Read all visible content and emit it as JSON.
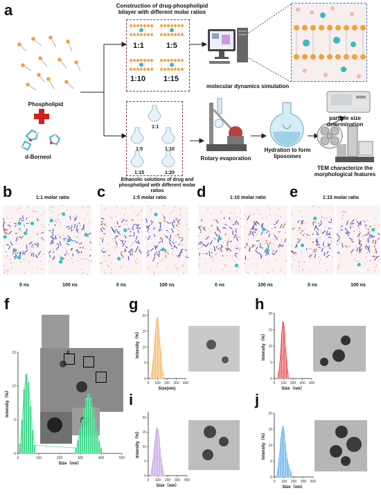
{
  "panel_a": {
    "label": "a",
    "phospholipid": "Phospholipid",
    "borneol": "d-Borneol",
    "bilayer_title": "Construction of drug-phospholipid bilayer with different molar ratios",
    "bilayer_ratios": [
      "1:1",
      "1:5",
      "1:10",
      "1:15"
    ],
    "md_label": "molecular dynamics simulation",
    "solution_ratios": [
      "1:1",
      "1:5",
      "1:10",
      "1:15",
      "1:20"
    ],
    "solution_caption": "Ethanolic solutions of drug and phospholipid with different molar ratios",
    "rotary": "Rotary evaporation",
    "hydration": "Hydration to form liposomes",
    "particle": "particle size determination",
    "tem_text": "TEM characterize the morphological features"
  },
  "md_panels": [
    {
      "label": "b",
      "title": "1:1 molar ratio",
      "t0": "0 ns",
      "t1": "100 ns"
    },
    {
      "label": "c",
      "title": "1:5 molar ratio",
      "t0": "0 ns",
      "t1": "100 ns"
    },
    {
      "label": "d",
      "title": "1:10 molar ratio",
      "t0": "0 ns",
      "t1": "100 ns"
    },
    {
      "label": "e",
      "title": "1:15 molar ratio",
      "t0": "0 ns",
      "t1": "100 ns"
    }
  ],
  "tem_inset_mark": "#",
  "colors": {
    "f": "#3fd68a",
    "g": "#f0a43a",
    "h": "#e41e1e",
    "i": "#b98be0",
    "j": "#3a9de8",
    "dash": "#7a2f6e",
    "red_plus": "#d0201e"
  },
  "chart_data": [
    {
      "panel": "f",
      "type": "bar",
      "xlabel": "Size（nm）",
      "ylabel": "Intensity（%）",
      "xlim": [
        0,
        500
      ],
      "ylim": [
        0,
        15
      ],
      "xticks": [
        0,
        100,
        200,
        300,
        400,
        500
      ],
      "yticks": [
        0,
        5,
        10,
        15
      ],
      "x": [
        10,
        20,
        30,
        40,
        50,
        60,
        70,
        80,
        280,
        290,
        300,
        310,
        320,
        330,
        340,
        350,
        360,
        370,
        380,
        390,
        400
      ],
      "values": [
        1.5,
        5,
        9.5,
        11.8,
        10.5,
        7,
        3.5,
        1.2,
        0.8,
        2,
        3.5,
        5,
        6.5,
        8.2,
        8.8,
        8.2,
        6.8,
        5,
        3.2,
        1.8,
        0.8
      ]
    },
    {
      "panel": "g",
      "type": "bar",
      "xlabel": "Size(nm)",
      "ylabel": "Intensity（%）",
      "xlim": [
        0,
        400
      ],
      "ylim": [
        0,
        22
      ],
      "xticks": [
        0,
        100,
        200,
        300,
        400
      ],
      "yticks": [
        0,
        5,
        10,
        15,
        20
      ],
      "x": [
        30,
        40,
        50,
        60,
        70,
        80,
        90,
        100,
        110,
        120,
        130,
        140,
        150,
        160
      ],
      "values": [
        1,
        2.5,
        5,
        8,
        12,
        15.5,
        19,
        19.5,
        17,
        13,
        9,
        5,
        2.5,
        1
      ]
    },
    {
      "panel": "h",
      "type": "bar",
      "xlabel": "Size（nm）",
      "ylabel": "Intensity（%）",
      "xlim": [
        0,
        400
      ],
      "ylim": [
        0,
        20
      ],
      "xticks": [
        0,
        100,
        200,
        300,
        400
      ],
      "yticks": [
        0,
        5,
        10,
        15,
        20
      ],
      "x": [
        40,
        50,
        60,
        70,
        80,
        90,
        100,
        110,
        120,
        130,
        140,
        150
      ],
      "values": [
        1,
        2.5,
        5,
        9,
        14,
        17.5,
        17,
        14.5,
        10,
        6,
        3,
        1
      ]
    },
    {
      "panel": "i",
      "type": "bar",
      "xlabel": "Size（nm）",
      "ylabel": "Intensity（%）",
      "xlim": [
        0,
        400
      ],
      "ylim": [
        0,
        22
      ],
      "xticks": [
        0,
        100,
        200,
        300,
        400
      ],
      "yticks": [
        0,
        5,
        10,
        15,
        20
      ],
      "x": [
        30,
        40,
        50,
        60,
        70,
        80,
        90,
        100,
        110,
        120,
        130,
        140,
        150,
        160
      ],
      "values": [
        1,
        3,
        5.5,
        8.5,
        12,
        15,
        16.5,
        16,
        14,
        10,
        6.5,
        4,
        2,
        1
      ]
    },
    {
      "panel": "j",
      "type": "bar",
      "xlabel": "Size（nm）",
      "ylabel": "Intensity（%）",
      "xlim": [
        0,
        400
      ],
      "ylim": [
        0,
        20
      ],
      "xticks": [
        0,
        100,
        200,
        300,
        400
      ],
      "yticks": [
        0,
        5,
        10,
        15,
        20
      ],
      "x": [
        30,
        40,
        50,
        60,
        70,
        80,
        90,
        100,
        110,
        120,
        130,
        140,
        150,
        160,
        170,
        180
      ],
      "values": [
        1,
        3,
        6,
        9,
        12.5,
        15,
        16,
        14.5,
        11,
        8,
        6,
        4.5,
        3,
        2,
        1.5,
        0.8
      ]
    }
  ]
}
